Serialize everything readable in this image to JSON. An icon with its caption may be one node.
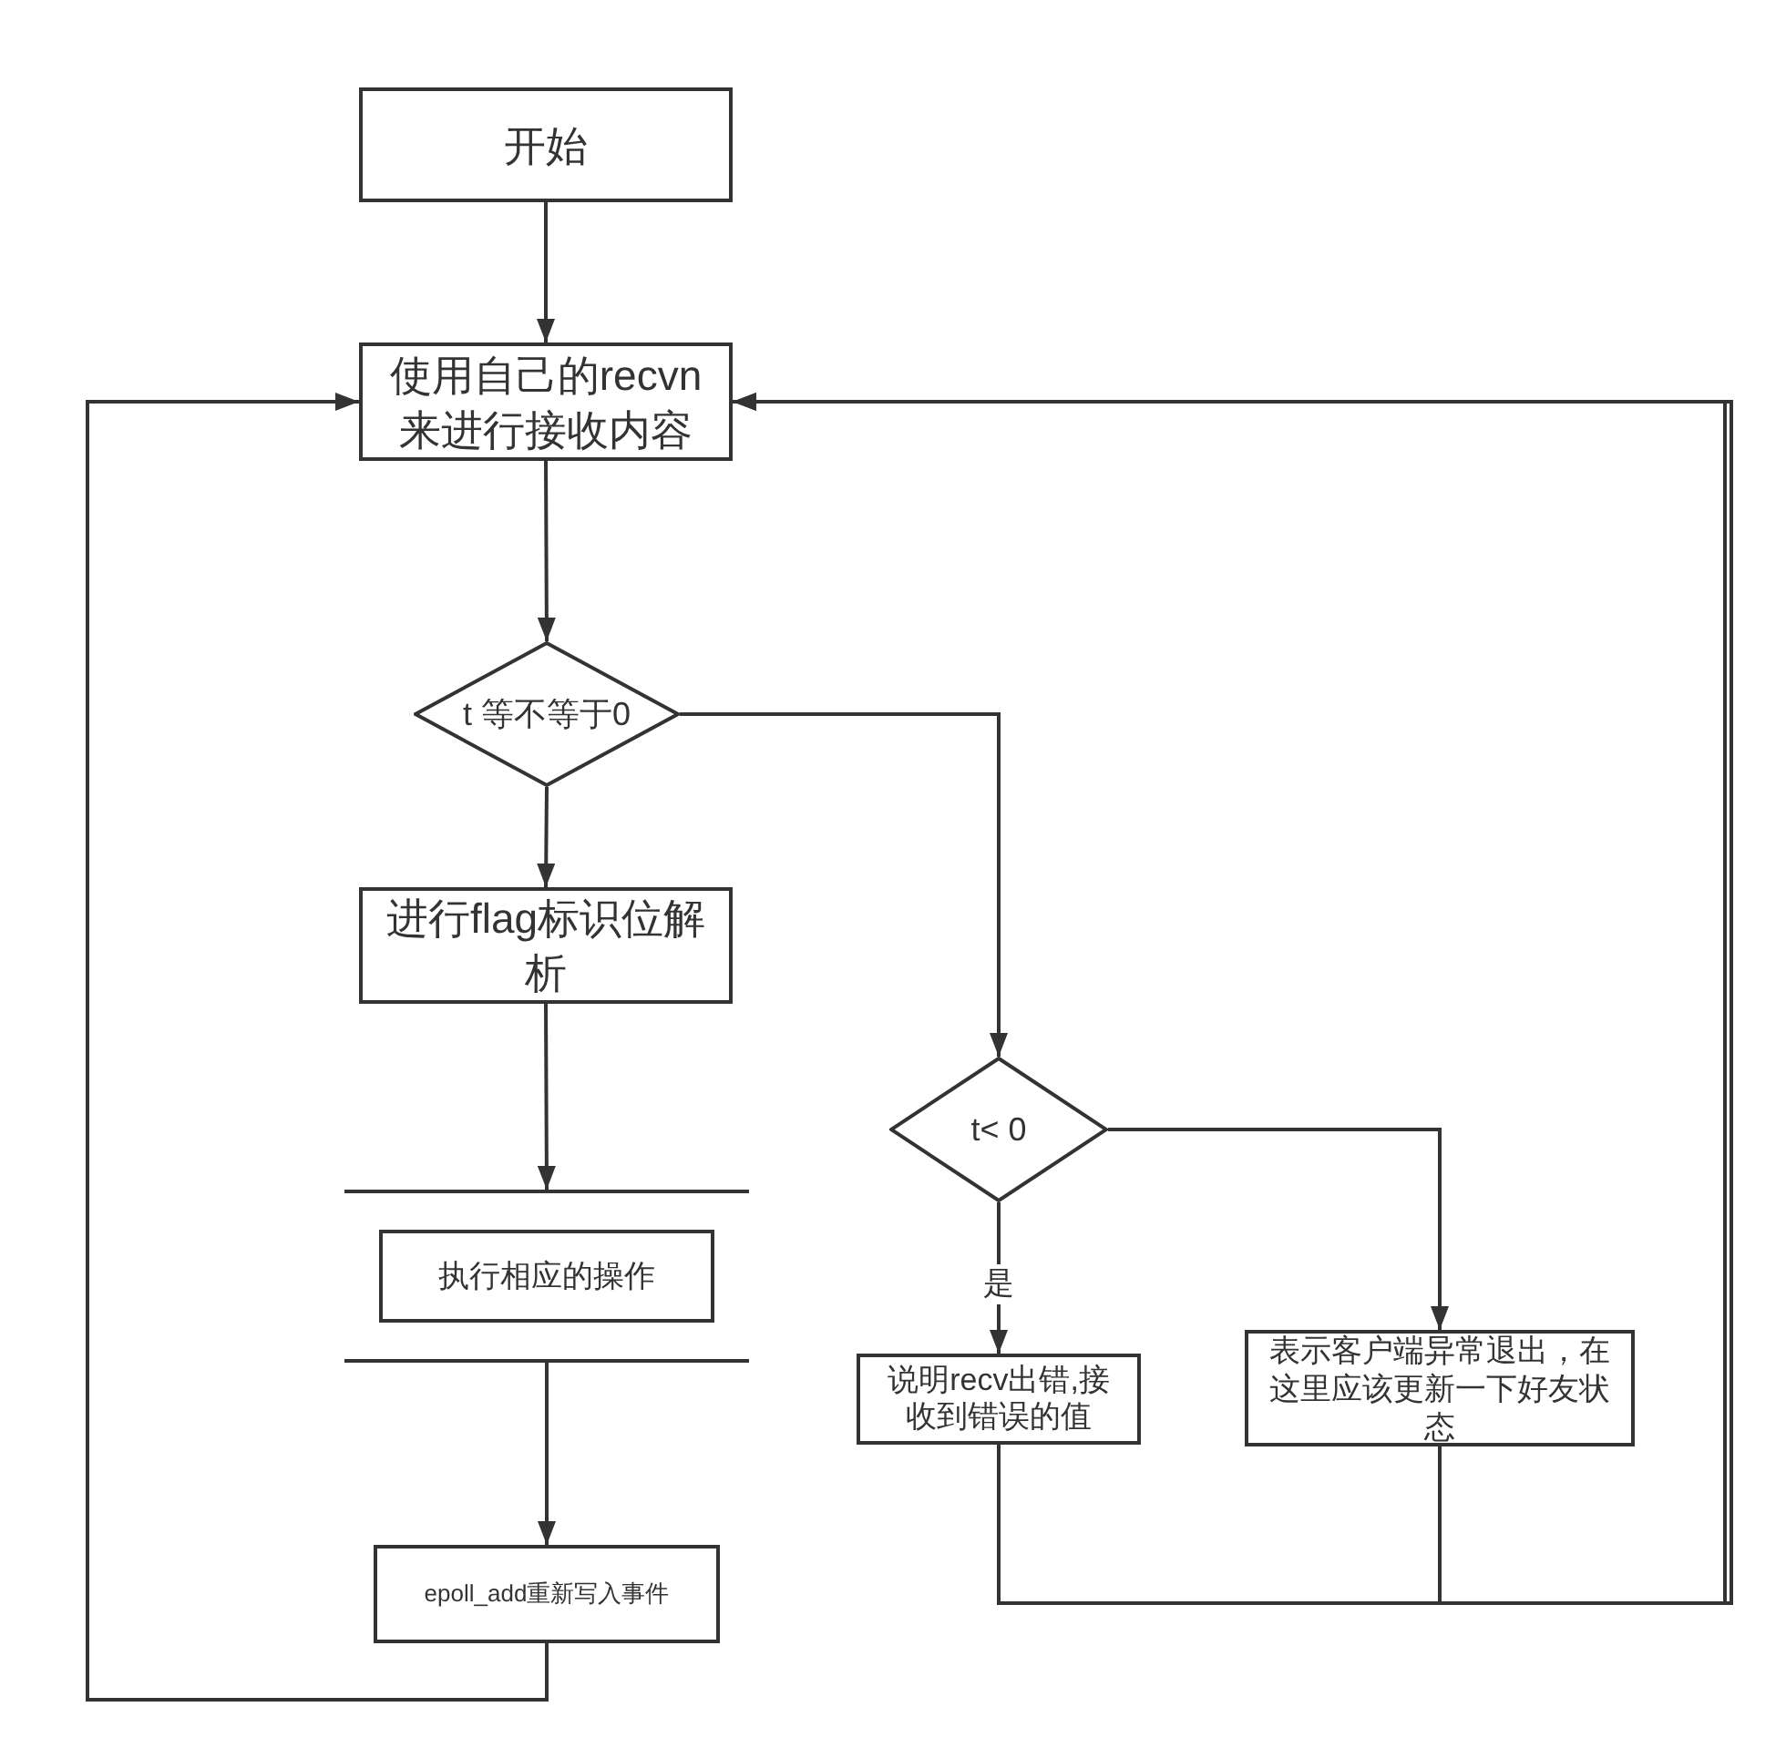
{
  "diagram": {
    "nodes": [
      {
        "text": [
          "开始"
        ]
      },
      {
        "text": [
          "使用自己的recvn来进行接收内容"
        ]
      },
      {
        "text": [
          "t 等不等于0"
        ]
      },
      {
        "text": [
          "进行flag标识位解析"
        ]
      },
      {
        "text": [],
        "shape": "bar"
      },
      {
        "text": [
          "执行相应的操作"
        ]
      },
      {
        "text": [],
        "shape": "bar"
      },
      {
        "text": [
          "epoll_add重新写入事件"
        ]
      },
      {
        "text": [
          "t< 0"
        ]
      },
      {
        "text": [
          "说明recv出错,接收到错误的值"
        ]
      },
      {
        "text": [
          "表示客户端异常退出，在这里应该更新一下好友状态"
        ]
      }
    ],
    "edges": [
      {
        "from": 0,
        "to": 1,
        "arrow": "to"
      },
      {
        "from": 1,
        "to": 2,
        "arrow": "to"
      },
      {
        "from": 2,
        "to": 3,
        "arrow": "to"
      },
      {
        "from": 3,
        "to": 4,
        "arrow": "to"
      },
      {
        "from": 6,
        "to": 7,
        "arrow": "to"
      },
      {
        "from": 7,
        "to": 1,
        "arrow": "to"
      },
      {
        "from": 2,
        "to": 8,
        "arrow": "to"
      },
      {
        "from": 8,
        "to": 9,
        "arrow": "to",
        "label": "是"
      },
      {
        "from": 8,
        "to": 10,
        "arrow": "to"
      },
      {
        "from": 9,
        "to": 1,
        "arrow": "to"
      },
      {
        "from": 10,
        "to": 1,
        "arrow": "to"
      }
    ]
  }
}
